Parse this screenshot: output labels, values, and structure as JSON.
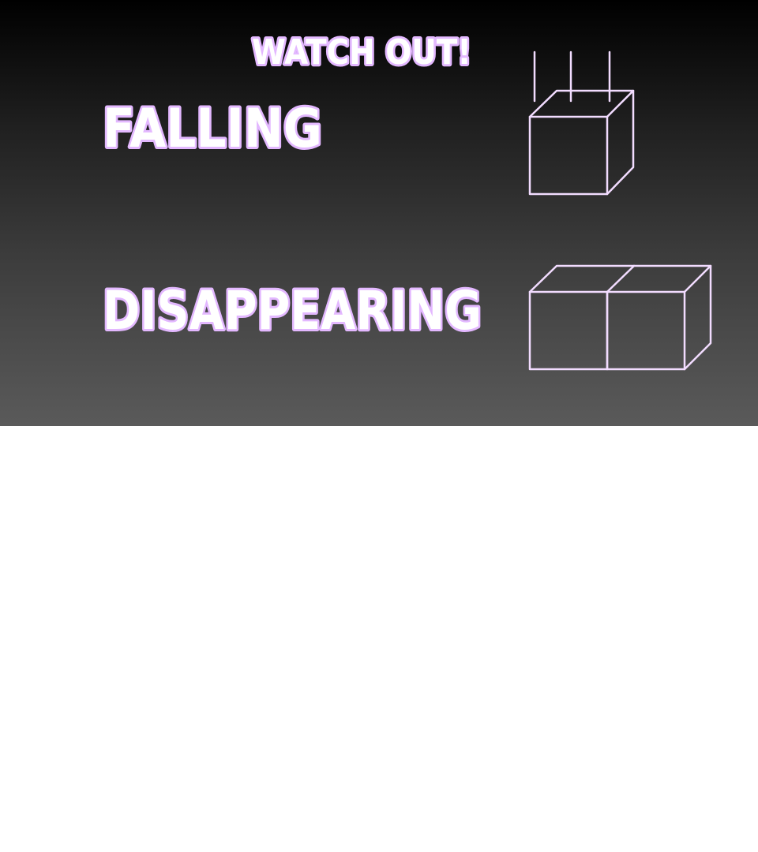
{
  "banner": {
    "heading": "WATCH OUT!",
    "items": [
      {
        "label": "FALLING",
        "icon": "falling-block-icon"
      },
      {
        "label": "DISAPPEARING",
        "icon": "disappearing-blocks-icon"
      }
    ],
    "colors": {
      "outline": "#e3b8ff",
      "text_fill": "#ffffff",
      "background_top": "#000000",
      "background_bottom": "#5a5a5a"
    }
  }
}
